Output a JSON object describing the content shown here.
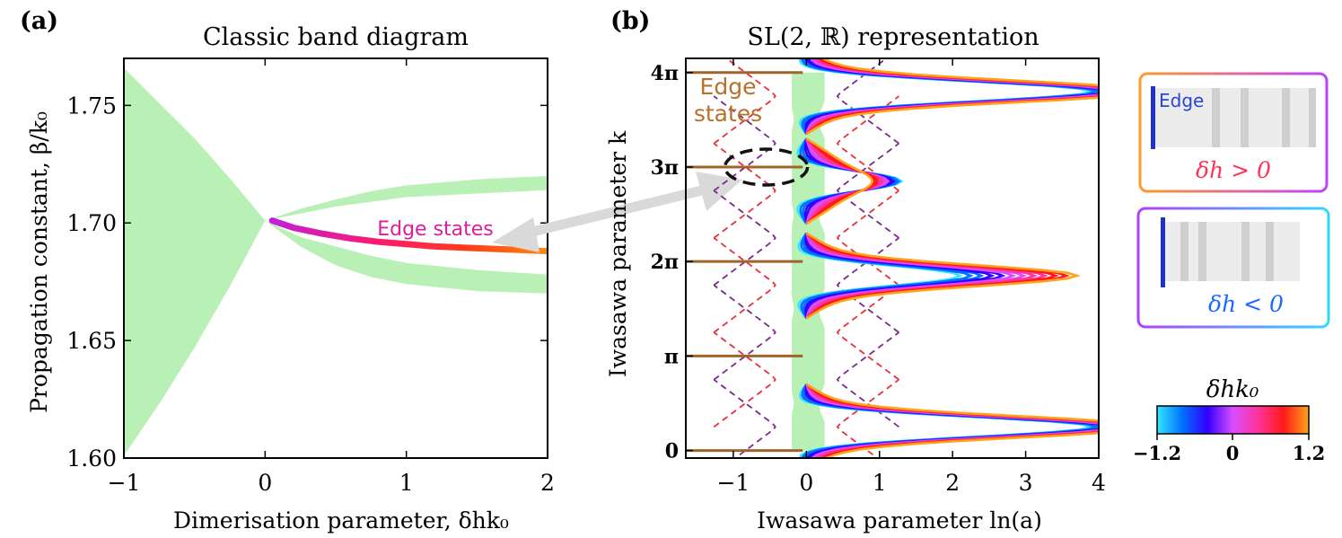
{
  "chart_data": [
    {
      "type": "area",
      "panel_label": "(a)",
      "title": "Classic band diagram",
      "xlabel": "Dimerisation parameter, δhk₀",
      "ylabel": "Propagation constant, β/k₀",
      "xlim": [
        -1,
        2
      ],
      "ylim": [
        1.6,
        1.77
      ],
      "x_ticks": [
        -1,
        0,
        1,
        2
      ],
      "x_tick_labels": [
        "−1",
        "0",
        "1",
        "2"
      ],
      "y_ticks": [
        1.6,
        1.65,
        1.7,
        1.75
      ],
      "y_tick_labels": [
        "1.60",
        "1.65",
        "1.70",
        "1.75"
      ],
      "grid": false,
      "bands": [
        {
          "name": "upper band",
          "color": "#b9f0b6",
          "x": [
            -1,
            -0.75,
            -0.5,
            -0.25,
            0,
            0.25,
            0.5,
            0.75,
            1,
            1.5,
            2
          ],
          "lower": [
            1.677,
            1.683,
            1.689,
            1.695,
            1.701,
            1.706,
            1.71,
            1.7135,
            1.716,
            1.7185,
            1.72
          ],
          "upper": [
            1.766,
            1.751,
            1.736,
            1.719,
            1.701,
            1.704,
            1.707,
            1.709,
            1.711,
            1.7125,
            1.714
          ]
        },
        {
          "name": "lower band",
          "color": "#b9f0b6",
          "x": [
            -1,
            -0.75,
            -0.5,
            -0.25,
            0,
            0.25,
            0.5,
            0.75,
            1,
            1.5,
            2
          ],
          "lower": [
            1.601,
            1.623,
            1.647,
            1.673,
            1.701,
            1.69,
            1.682,
            1.677,
            1.674,
            1.671,
            1.67
          ],
          "upper": [
            1.677,
            1.683,
            1.689,
            1.695,
            1.701,
            1.694,
            1.69,
            1.686,
            1.683,
            1.68,
            1.678
          ]
        }
      ],
      "edge_state_curve": {
        "x": [
          0.05,
          0.2,
          0.4,
          0.6,
          0.8,
          1.0,
          1.2,
          1.4,
          1.6,
          1.8,
          2.0
        ],
        "y": [
          1.701,
          1.698,
          1.6955,
          1.6935,
          1.692,
          1.691,
          1.69,
          1.6895,
          1.689,
          1.6885,
          1.688
        ]
      },
      "annotation": "Edge states"
    },
    {
      "type": "line",
      "panel_label": "(b)",
      "title": "SL(2, ℝ) representation",
      "xlabel": "Iwasawa parameter ln(a)",
      "ylabel": "Iwasawa parameter k",
      "xlim": [
        -1.65,
        4
      ],
      "ylim": [
        -0.08,
        4.15
      ],
      "x_ticks": [
        -1,
        0,
        1,
        2,
        3,
        4
      ],
      "x_tick_labels": [
        "−1",
        "0",
        "1",
        "2",
        "3",
        "4"
      ],
      "y_ticks": [
        0,
        1,
        2,
        3,
        4
      ],
      "y_tick_labels": [
        "0",
        "π",
        "2π",
        "3π",
        "4π"
      ],
      "y_unit": "π",
      "grid": false,
      "edge_state_levels_pi": [
        0,
        1,
        2,
        3,
        4
      ],
      "edge_label": [
        "Edge",
        "states"
      ],
      "ellipse_center": [
        -0.55,
        3.0
      ],
      "dashed_boundary_centers_pi": [
        0.25,
        0.75,
        1.25,
        1.75,
        2.25,
        2.75,
        3.25,
        3.75
      ],
      "colorbar": {
        "label": "δhk₀",
        "min": -1.2,
        "max": 1.2,
        "tick_labels": [
          "−1.2",
          "0",
          "1.2"
        ],
        "colors": [
          "#33e6ff",
          "#0070ff",
          "#3300ff",
          "#d94dff",
          "#ff3399",
          "#ff1a1a",
          "#ffa31a"
        ]
      }
    }
  ],
  "insets": [
    {
      "label": "Edge",
      "condition": "δh > 0",
      "border_from": "#ff9a2a",
      "border_to": "#c040ff",
      "condition_color": "#ff3355"
    },
    {
      "condition": "δh < 0",
      "border_from": "#b040ff",
      "border_to": "#30d8ff",
      "condition_color": "#1a6aff"
    }
  ],
  "colors": {
    "band_fill": "#b9f0b6",
    "edge_level": "#a0642a",
    "edge_text": "#b8702a",
    "arrow": "#d9d9d9",
    "dash_red": "#e8303a",
    "dash_purple": "#7a2a8a"
  }
}
